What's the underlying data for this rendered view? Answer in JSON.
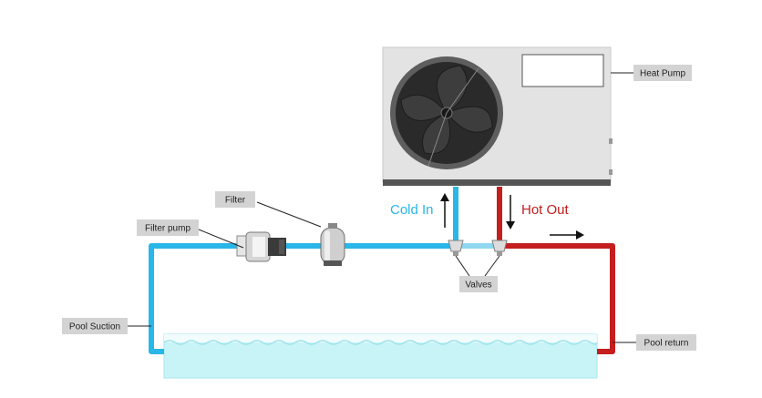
{
  "labels": {
    "heat_pump": "Heat Pump",
    "filter": "Filter",
    "filter_pump": "Filter pump",
    "pool_suction": "Pool Suction",
    "pool_return": "Pool return",
    "valves": "Valves"
  },
  "flow": {
    "cold_in": "Cold In",
    "hot_out": "Hot Out"
  },
  "colors": {
    "cold_pipe": "#29b6e8",
    "hot_pipe": "#c41e1e",
    "water": "#c9f4f7",
    "label_box": "#d3d3d3",
    "heat_pump_body": "#e3e3e3",
    "fan": "#2a2a2a"
  }
}
